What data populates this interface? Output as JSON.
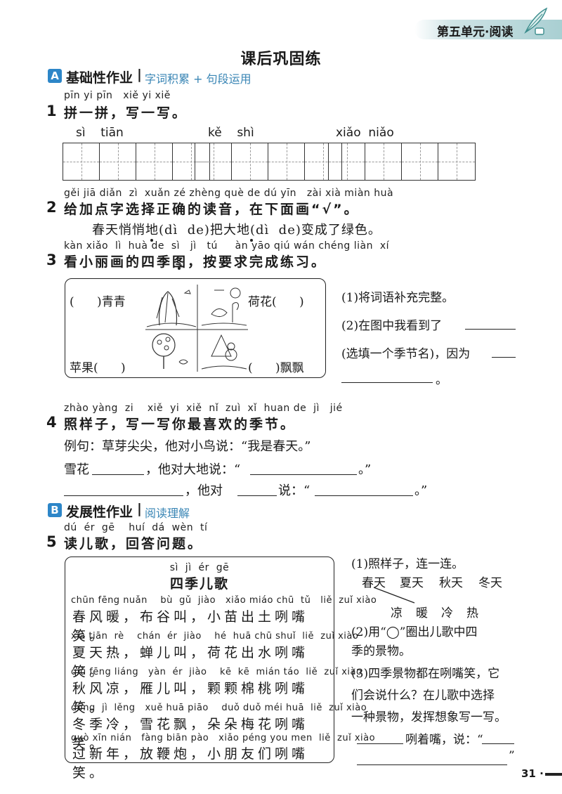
{
  "header": {
    "unit": "第五单元·阅读"
  },
  "title": "课后巩固练",
  "sectionA": {
    "badge": "A",
    "title": "基础性作业",
    "sep": "|",
    "subtitle": "字词积累 + 句段运用"
  },
  "q1": {
    "pinyin": "pīn yi pīn   xiě yi xiě",
    "num": "1",
    "text": "拼一拼，写一写。",
    "groups": [
      "sì    tiān",
      "kě    shì",
      "xiǎo  niǎo"
    ]
  },
  "q2": {
    "pinyin": "gěi jiā diǎn  zì  xuǎn zé zhèng què de dú yīn   zài xià miàn huà",
    "num": "2",
    "text": "给加点字选择正确的读音，在下面画“√”。",
    "sentence": "春天悄悄地(dì  de)把大地(dì  de)变成了绿色。"
  },
  "q3": {
    "pinyin": "kàn xiǎo  lì  huà de  sì   jì   tú     àn yāo qiú wán chéng liàn  xí",
    "num": "3",
    "text": "看小丽画的四季图，按要求完成练习。",
    "labels": {
      "tl": "(      )青青",
      "tr": "荷花(      )",
      "bl": "苹果(      )",
      "br": "(      )飘飘"
    },
    "side": [
      "(1)将词语补充完整。",
      "(2)在图中我看到了",
      "(选填一个季节名)，因为",
      "。"
    ]
  },
  "q4": {
    "pinyin": "zhào yàng  zi    xiě  yi  xiě  nǐ  zuì  xǐ  huan de  jì   jié",
    "num": "4",
    "text": "照样子，写一写你最喜欢的季节。",
    "example": "例句：草芽尖尖，他对小鸟说：“我是春天。”",
    "line1a": "雪花",
    "line1b": "，他对大地说：“",
    "line1c": "。”",
    "line2a": "，他对",
    "line2b": "说：“",
    "line2c": "。”"
  },
  "sectionB": {
    "badge": "B",
    "title": "发展性作业",
    "sep": "|",
    "subtitle": "阅读理解"
  },
  "q5": {
    "pinyin": "dú  ér  gē    huí  dá  wèn  tí",
    "num": "5",
    "text": "读儿歌，回答问题。",
    "poem": {
      "title_pinyin": "sì  jì  ér  gē",
      "title": "四季儿歌",
      "lines": [
        {
          "py": "chūn fēng nuǎn    bù  gǔ  jiào   xiǎo miáo chū  tǔ   liě  zuǐ xiào",
          "text": "春风暖，布谷叫，小苗出土咧嘴笑。"
        },
        {
          "py": "xià tiān  rè    chán  ér  jiào    hé  huā chū shuǐ  liě  zuǐ xiào",
          "text": "夏天热，蝉儿叫，荷花出水咧嘴笑。"
        },
        {
          "py": "qiū fēng liáng   yàn  ér  jiào    kē  kē  mián táo  liě  zuǐ xiào",
          "text": "秋风凉，雁儿叫，颗颗棉桃咧嘴笑。"
        },
        {
          "py": "dōng  jì  lěng   xuě huā piāo    duǒ duǒ méi huā  liě  zuǐ xiào",
          "text": "冬季冷，雪花飘，朵朵梅花咧嘴笑。"
        },
        {
          "py": "guò xīn nián   fàng biān pào   xiǎo péng you men  liě  zuǐ xiào",
          "text": "过新年，放鞭炮，小朋友们咧嘴笑。"
        }
      ]
    },
    "sub1": "(1)照样子，连一连。",
    "seasons": [
      "春天",
      "夏天",
      "秋天",
      "冬天"
    ],
    "weathers": [
      "凉",
      "暖",
      "冷",
      "热"
    ],
    "sub2a": "(2)用“◯”圈出儿歌中四",
    "sub2b": "季的景物。",
    "sub3a": "(3)四季景物都在咧嘴笑，它",
    "sub3b": "们会说什么？在儿歌中选择",
    "sub3c": "一种景物，发挥想象写一写。",
    "sub3d": "咧着嘴，说：“",
    "sub3e": "”"
  },
  "page_number": "31 ·"
}
